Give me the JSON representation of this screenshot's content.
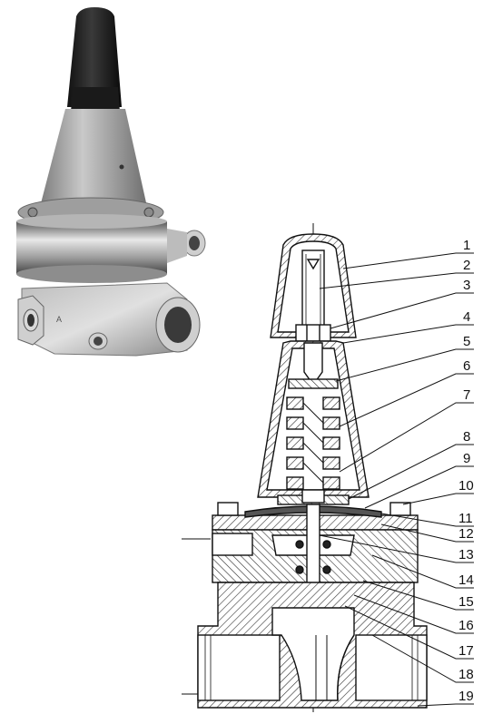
{
  "figure": {
    "callout_labels": [
      "1",
      "2",
      "3",
      "4",
      "5",
      "6",
      "7",
      "8",
      "9",
      "10",
      "11",
      "12",
      "13",
      "14",
      "15",
      "16",
      "17",
      "18",
      "19"
    ]
  },
  "product_render": {
    "engraved_letter": "A"
  }
}
